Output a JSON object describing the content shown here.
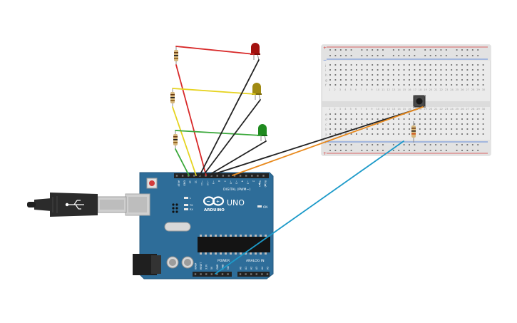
{
  "colors": {
    "board": "#2e6d99",
    "board_edge": "#24587e",
    "header": "#222222",
    "breadboard": "#efefef",
    "breadboard_rail": "#d8d8d8",
    "rail_red": "#d93a3a",
    "rail_blue": "#3a6fd9",
    "wire_red": "#d82a2a",
    "wire_yellow": "#e6d31f",
    "wire_green": "#3aa83a",
    "wire_black": "#222222",
    "wire_orange": "#e8891c",
    "wire_blue": "#1c9ac9",
    "led_red": "#a3120f",
    "led_yellow": "#a08a12",
    "led_green": "#1f8a1f",
    "usb_plug": "#2b2b2b",
    "usb_metal": "#cfcfcf"
  },
  "board": {
    "brand": "ARDUINO",
    "model": "UNO",
    "digital_label": "DIGITAL (PWM~)",
    "power_label": "POWER",
    "analog_label": "ANALOG IN",
    "on_label": "ON",
    "tx_label": "TX",
    "rx_label": "RX",
    "l_label": "L",
    "digital_pins": [
      "AREF",
      "GND",
      "13",
      "12",
      "~11",
      "~10",
      "~9",
      "8",
      "7",
      "~6",
      "~5",
      "4",
      "~3",
      "2",
      "TX▶1",
      "RX◀0"
    ],
    "power_pins": [
      "IOREF",
      "RESET",
      "3.3V",
      "5V",
      "GND",
      "GND",
      "Vin"
    ],
    "analog_pins": [
      "A0",
      "A1",
      "A2",
      "A3",
      "A4",
      "A5"
    ]
  },
  "breadboard": {
    "row_letters_top": [
      "j",
      "i",
      "h",
      "g",
      "f"
    ],
    "row_letters_bottom": [
      "e",
      "d",
      "c",
      "b",
      "a"
    ],
    "columns": [
      "1",
      "2",
      "3",
      "4",
      "5",
      "6",
      "7",
      "8",
      "9",
      "10",
      "11",
      "12",
      "13",
      "14",
      "15",
      "16",
      "17",
      "18",
      "19",
      "20",
      "21",
      "22",
      "23",
      "24",
      "25",
      "26",
      "27",
      "28",
      "29",
      "30"
    ],
    "rail_plus": "+",
    "rail_minus": "−"
  }
}
